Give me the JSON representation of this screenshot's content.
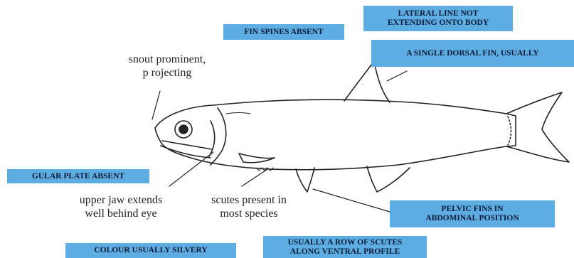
{
  "colors": {
    "box_fill": "#5dade2",
    "box_text": "#0b1b3a",
    "line": "#222222"
  },
  "boxes": {
    "fin_spines": "FIN SPINES ABSENT",
    "lateral_line": "LATERAL LINE NOT\nEXTENDING ONTO BODY",
    "dorsal_fin": "A SINGLE DORSAL FIN, USUALLY",
    "gular_plate": "GULAR PLATE ABSENT",
    "pelvic_fins": "PELVIC FINS IN\nABDOMINAL POSITION",
    "scutes_row": "USUALLY A ROW OF SCUTES\nALONG VENTRAL PROFILE",
    "colour": "COLOUR USUALLY SILVERY"
  },
  "labels": {
    "snout": "snout prominent,\np rojecting",
    "upper_jaw": "upper jaw extends\nwell behind eye",
    "scutes_present": "scutes present in\nmost species"
  }
}
